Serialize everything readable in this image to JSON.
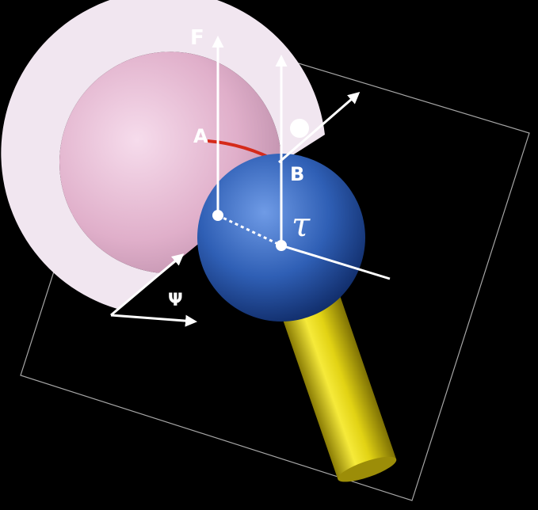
{
  "labels": {
    "force": "F",
    "point_a": "A",
    "point_b": "B",
    "torque": "τ",
    "angle": "Ψ"
  },
  "colors": {
    "background": "#000000",
    "acetabulum_shell": "#f3e4f0",
    "acetabulum_inner": "#e4b4cf",
    "femoral_head": "#2f5fb5",
    "femoral_neck": "#e8dc1a",
    "contact_edge": "#d52a1a",
    "vectors": "#ffffff"
  },
  "icons": {
    "femoral_head": "blue-sphere",
    "femoral_neck": "yellow-cylinder",
    "acetabular_cup": "hemispherical-cup",
    "force_arrow": "up-arrow"
  }
}
